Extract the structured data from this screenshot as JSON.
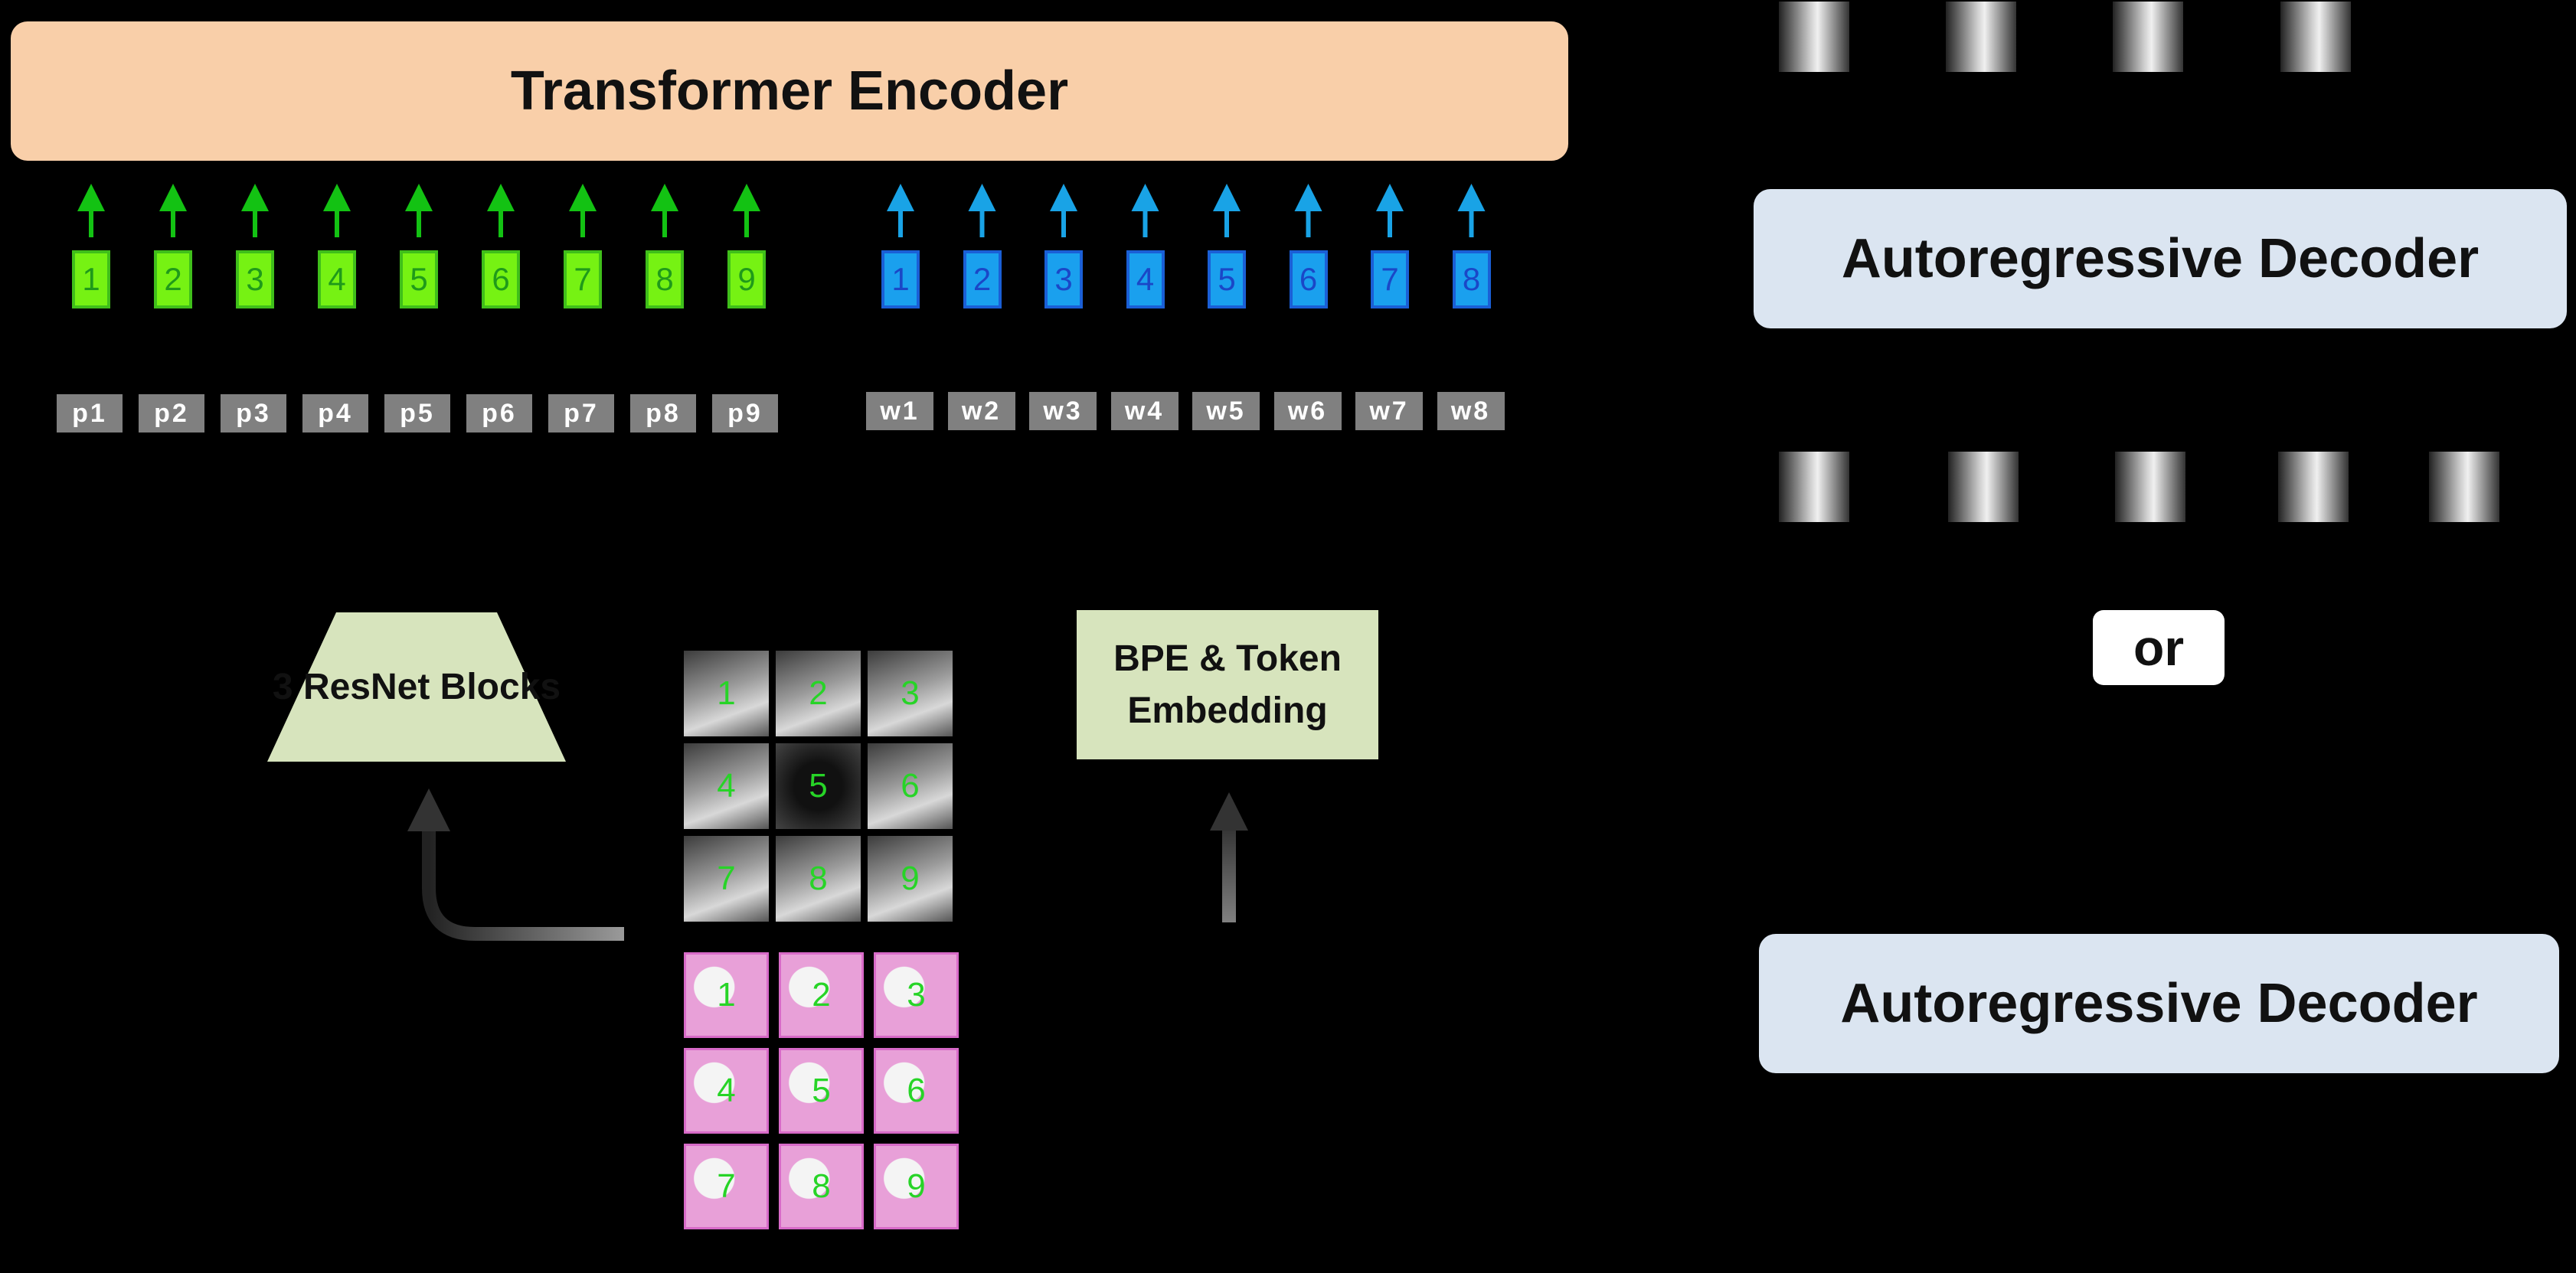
{
  "encoder": {
    "label": "Transformer Encoder"
  },
  "decoders": [
    {
      "label": "Autoregressive Decoder"
    },
    {
      "label": "Autoregressive Decoder"
    }
  ],
  "or_label": "or",
  "patch_tokens": [
    "1",
    "2",
    "3",
    "4",
    "5",
    "6",
    "7",
    "8",
    "9"
  ],
  "word_tokens": [
    "1",
    "2",
    "3",
    "4",
    "5",
    "6",
    "7",
    "8"
  ],
  "patch_labels": [
    "p1",
    "p2",
    "p3",
    "p4",
    "p5",
    "p6",
    "p7",
    "p8",
    "p9"
  ],
  "word_labels": [
    "w1",
    "w2",
    "w3",
    "w4",
    "w5",
    "w6",
    "w7",
    "w8"
  ],
  "resnet_label": "3 ResNet Blocks",
  "bpe_label": "BPE & Token Embedding",
  "xray_grid": [
    "1",
    "2",
    "3",
    "4",
    "5",
    "6",
    "7",
    "8",
    "9"
  ],
  "histo_grid": [
    "1",
    "2",
    "3",
    "4",
    "5",
    "6",
    "7",
    "8",
    "9"
  ],
  "colors": {
    "patch": "#76f213",
    "word": "#1aa0ee",
    "encoder": "#f9cfa9",
    "decoder": "#dbe5f1",
    "module": "#d7e4bd"
  }
}
